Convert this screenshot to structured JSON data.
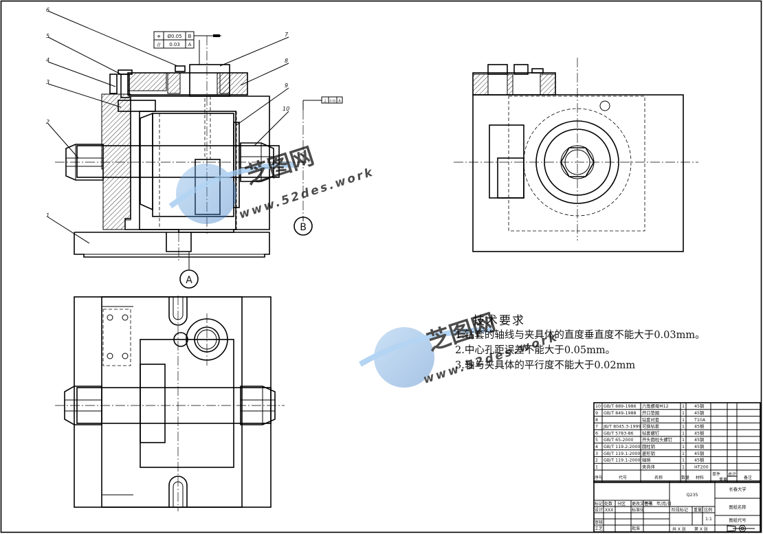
{
  "part_callouts": [
    "1",
    "2",
    "3",
    "4",
    "5",
    "6",
    "7",
    "8",
    "9",
    "10"
  ],
  "section_markers": {
    "a": "A",
    "b": "B"
  },
  "fcf": {
    "top": {
      "symbol": "⌖",
      "value": "Ø0.05",
      "datum": "B"
    },
    "bottom": {
      "symbol": "//",
      "value": "0.03",
      "datum": "A"
    },
    "side": {
      "symbol": "⊥",
      "value": "0.02",
      "datum": "A"
    }
  },
  "watermark": {
    "brand": "芝图网",
    "url": "www.52des.work"
  },
  "technical_requirements": {
    "title": "技术要求",
    "items": [
      "1.钻套的轴线与夹具体的直度垂直度不能大于0.03mm。",
      "2.中心孔距误差不能大于0.05mm。",
      "3.轴与夹具体的平行度不能大于0.02mm"
    ]
  },
  "bom": {
    "rows": [
      {
        "no": "10",
        "code": "GB/T 889-1986",
        "name": "六角螺母M12",
        "qty": "1",
        "mat": "45钢"
      },
      {
        "no": "9",
        "code": "GB/T 849-1988",
        "name": "开口垫圈",
        "qty": "1",
        "mat": "45钢"
      },
      {
        "no": "8",
        "code": "",
        "name": "钻套衬套",
        "qty": "1",
        "mat": "T10A"
      },
      {
        "no": "7",
        "code": "JB/T 8045.3-1999",
        "name": "可换钻套",
        "qty": "1",
        "mat": "45钢"
      },
      {
        "no": "6",
        "code": "GB/T 5783-86",
        "name": "钻套螺钉",
        "qty": "1",
        "mat": "45钢"
      },
      {
        "no": "5",
        "code": "GB/T 65-2000",
        "name": "开头圆柱头螺钉",
        "qty": "1",
        "mat": "45钢"
      },
      {
        "no": "4",
        "code": "GB/T 119.2-2000",
        "name": "圆柱销",
        "qty": "1",
        "mat": "45钢"
      },
      {
        "no": "3",
        "code": "GB/T 119.1-2000",
        "name": "菱形销",
        "qty": "1",
        "mat": "45钢"
      },
      {
        "no": "2",
        "code": "GB/T 119.1-2000",
        "name": "轴销",
        "qty": "1",
        "mat": "45钢"
      },
      {
        "no": "1",
        "code": "",
        "name": "夹具体",
        "qty": "1",
        "mat": "HT200"
      }
    ],
    "header": {
      "no": "序号",
      "code": "代号",
      "name": "名称",
      "qty": "数量",
      "mat": "材料",
      "unit_weight": "单件",
      "total_weight": "总计",
      "weight": "重量",
      "remark": "备注"
    }
  },
  "title_block": {
    "material": "Q235",
    "school": "长春大学",
    "drawing_name": "图纸名称",
    "drawing_code": "图纸代号",
    "scale_value": "1:1",
    "labels": {
      "mark": "标记",
      "count": "处数",
      "zone": "分区",
      "change_doc": "更改文件号",
      "sign": "签名",
      "date": "年/月/日",
      "design": "设计",
      "designer": "XXX",
      "standardize": "标准化",
      "stage_mark": "阶段标记",
      "weight": "重量",
      "scale": "比例",
      "review": "审核",
      "process": "工艺",
      "approve": "批准",
      "sheets": "共 X 张",
      "sheet_no": "第 X 张"
    }
  }
}
